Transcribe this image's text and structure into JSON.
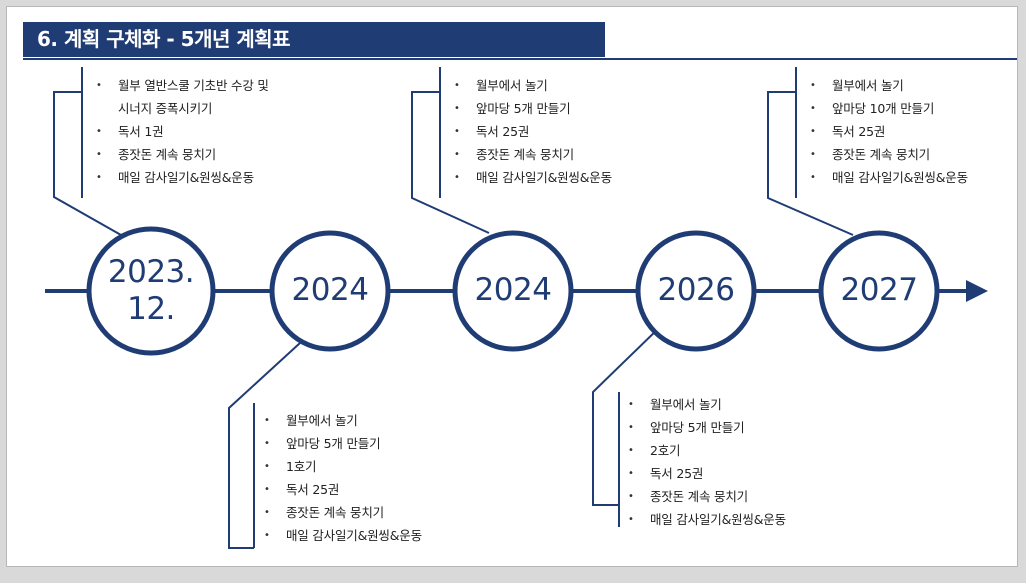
{
  "title": "6. 계획 구체화 - 5개년 계획표",
  "colors": {
    "primary": "#1f3c74",
    "text": "#222222",
    "background": "#ffffff"
  },
  "milestones": [
    {
      "label_lines": [
        "2023.",
        "12."
      ]
    },
    {
      "label_lines": [
        "2024"
      ]
    },
    {
      "label_lines": [
        "2024"
      ]
    },
    {
      "label_lines": [
        "2026"
      ]
    },
    {
      "label_lines": [
        "2027"
      ]
    }
  ],
  "groups": [
    {
      "milestone": 0,
      "items": [
        "월부 열반스쿨 기초반 수강 및",
        "시너지 증폭시키기",
        "독서 1권",
        "종잣돈 계속 뭉치기",
        "매일 감사일기&원씽&운동"
      ],
      "bullets": [
        true,
        false,
        true,
        true,
        true
      ]
    },
    {
      "milestone": 1,
      "items": [
        "월부에서 놀기",
        "앞마당 5개 만들기",
        "1호기",
        "독서 25권",
        "종잣돈 계속 뭉치기",
        "매일 감사일기&원씽&운동"
      ],
      "bullets": [
        true,
        true,
        true,
        true,
        true,
        true
      ]
    },
    {
      "milestone": 2,
      "items": [
        "월부에서 놀기",
        "앞마당 5개 만들기",
        "독서 25권",
        "종잣돈 계속 뭉치기",
        "매일 감사일기&원씽&운동"
      ],
      "bullets": [
        true,
        true,
        true,
        true,
        true
      ]
    },
    {
      "milestone": 3,
      "items": [
        "월부에서 놀기",
        "앞마당 5개 만들기",
        "2호기",
        "독서 25권",
        "종잣돈 계속 뭉치기",
        "매일 감사일기&원씽&운동"
      ],
      "bullets": [
        true,
        true,
        true,
        true,
        true,
        true
      ]
    },
    {
      "milestone": 4,
      "items": [
        "월부에서 놀기",
        "앞마당 10개 만들기",
        "독서 25권",
        "종잣돈 계속 뭉치기",
        "매일 감사일기&원씽&운동"
      ],
      "bullets": [
        true,
        true,
        true,
        true,
        true
      ]
    }
  ],
  "bullet_glyph": "•"
}
